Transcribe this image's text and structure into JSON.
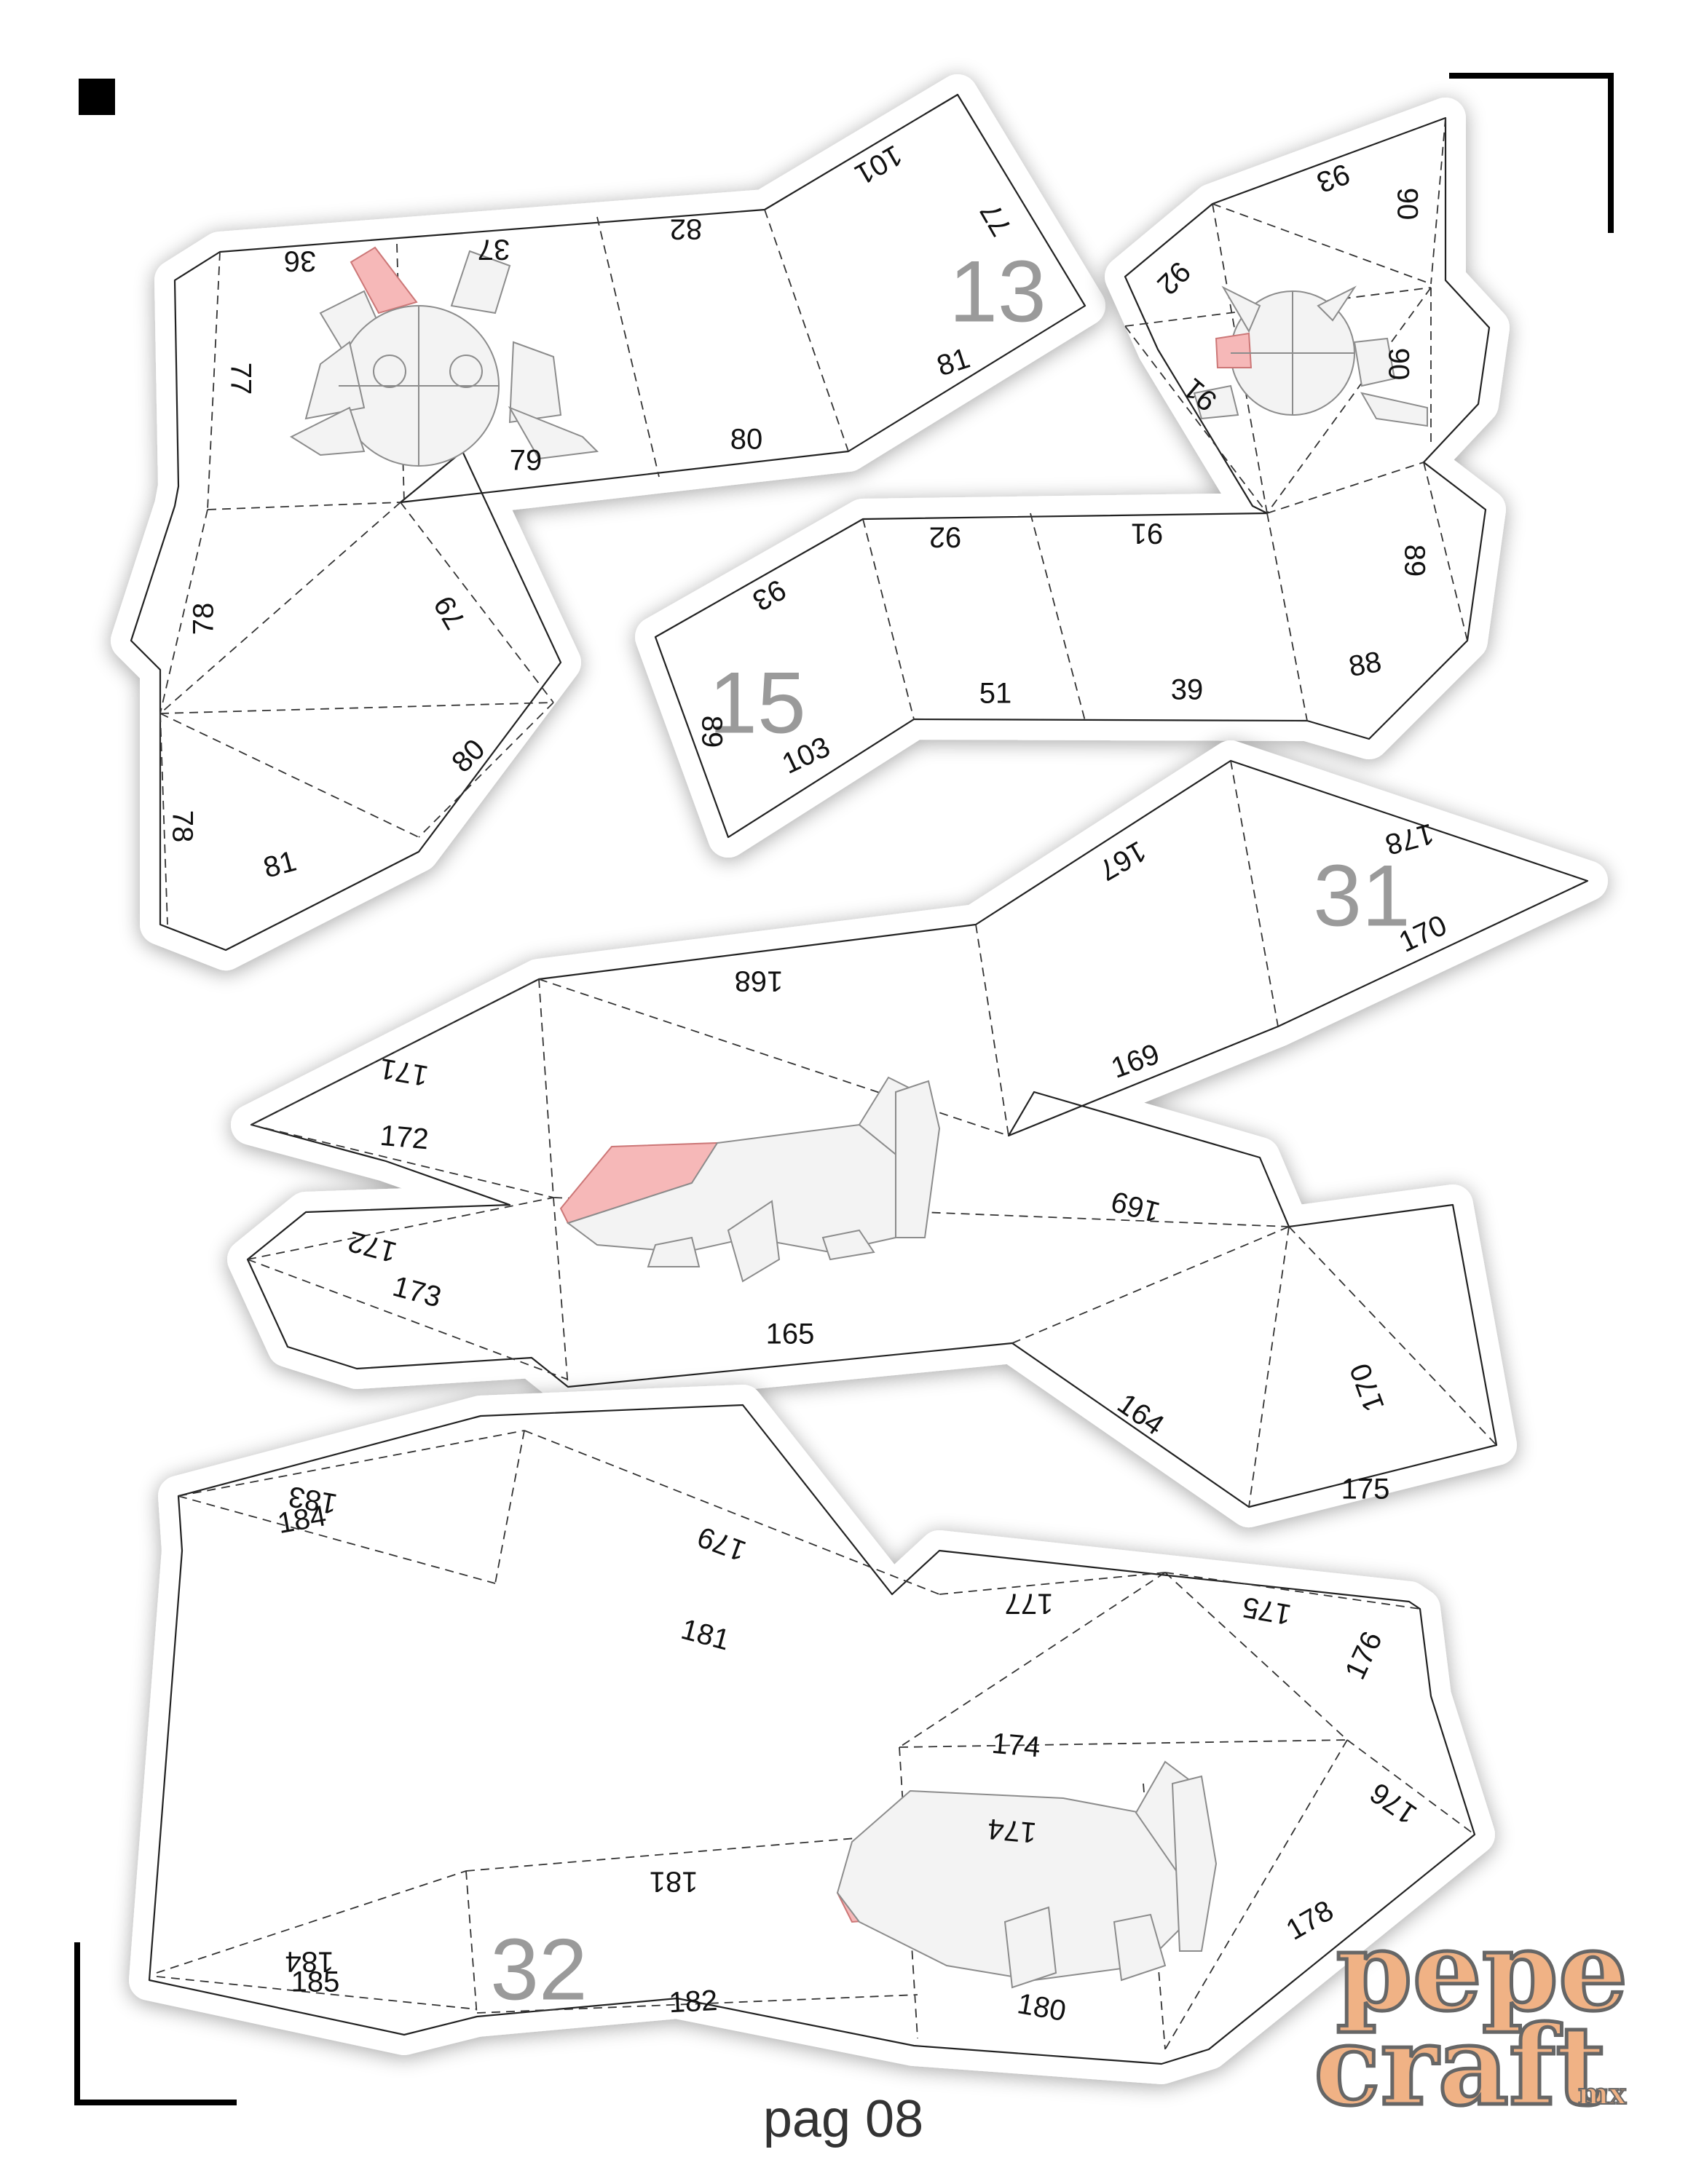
{
  "page_label": "pag 08",
  "brand": {
    "line1": "pepe",
    "line2": "craft",
    "suffix": "mx",
    "color": "#f0b285",
    "outline": "#777777"
  },
  "pieces": [
    {
      "id": "13",
      "edge_labels": [
        "36",
        "37",
        "82",
        "101",
        "77",
        "77",
        "79",
        "80",
        "81",
        "78",
        "79",
        "80",
        "78",
        "81"
      ]
    },
    {
      "id": "15",
      "edge_labels": [
        "93",
        "90",
        "92",
        "90",
        "91",
        "93",
        "92",
        "91",
        "89",
        "88",
        "39",
        "51",
        "103",
        "89"
      ]
    },
    {
      "id": "31",
      "edge_labels": [
        "178",
        "167",
        "170",
        "168",
        "169",
        "171",
        "172",
        "169",
        "172",
        "173",
        "165",
        "164",
        "170",
        "175"
      ]
    },
    {
      "id": "32",
      "edge_labels": [
        "183",
        "184",
        "179",
        "177",
        "175",
        "176",
        "181",
        "174",
        "174",
        "176",
        "181",
        "184",
        "185",
        "182",
        "178",
        "180"
      ]
    }
  ],
  "colors": {
    "accent_pink": "#f6b8b8",
    "cut_line": "#222222",
    "piece_id": "#9a9a9a"
  }
}
